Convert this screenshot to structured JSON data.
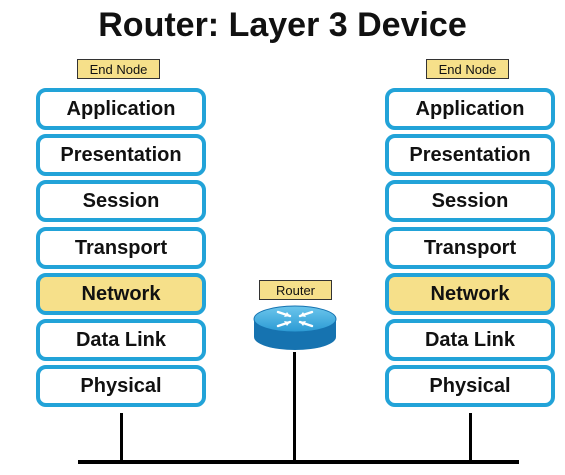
{
  "title": "Router: Layer 3 Device",
  "left_node": {
    "tag": "End Node"
  },
  "right_node": {
    "tag": "End Node"
  },
  "router": {
    "tag": "Router",
    "icon": "router-icon"
  },
  "layers": [
    "Application",
    "Presentation",
    "Session",
    "Transport",
    "Network",
    "Data Link",
    "Physical"
  ],
  "highlighted_layer": "Network",
  "colors": {
    "border": "#22a3d8",
    "highlight": "#f6e08a",
    "router": "#1a86c8"
  }
}
